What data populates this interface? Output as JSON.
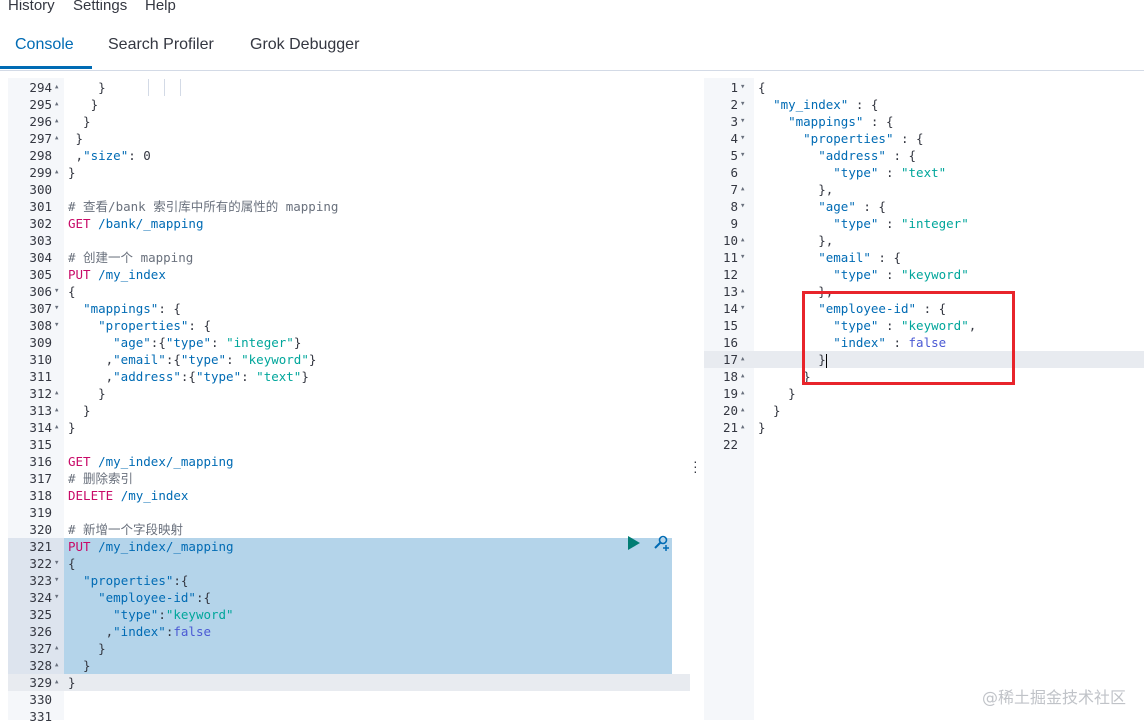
{
  "menu": {
    "history": "History",
    "settings": "Settings",
    "help": "Help"
  },
  "tabs": [
    {
      "label": "Console",
      "active": true
    },
    {
      "label": "Search Profiler"
    },
    {
      "label": "Grok Debugger"
    }
  ],
  "request_lines": [
    {
      "n": "294",
      "fold": "▴",
      "html": "<span class=\"guide\" style=\"left:80px\"></span><span class=\"guide\" style=\"left:96px\"></span><span class=\"guide\" style=\"left:112px\"></span>    }"
    },
    {
      "n": "295",
      "fold": "▴",
      "html": "   }"
    },
    {
      "n": "296",
      "fold": "▴",
      "html": "  }"
    },
    {
      "n": "297",
      "fold": "▴",
      "html": " }"
    },
    {
      "n": "298",
      "fold": "",
      "html": " ,<span class=\"p\">\"size\"</span>: <span class=\"num\">0</span>"
    },
    {
      "n": "299",
      "fold": "▴",
      "html": "}"
    },
    {
      "n": "300",
      "fold": "",
      "html": ""
    },
    {
      "n": "301",
      "fold": "",
      "html": "<span class=\"c\"># 查看/bank 索引库中所有的属性的 mapping</span>"
    },
    {
      "n": "302",
      "fold": "",
      "html": "<span class=\"k\">GET</span> <span class=\"p\">/bank/_mapping</span>"
    },
    {
      "n": "303",
      "fold": "",
      "html": ""
    },
    {
      "n": "304",
      "fold": "",
      "html": "<span class=\"c\"># 创建一个 mapping</span>"
    },
    {
      "n": "305",
      "fold": "",
      "html": "<span class=\"k\">PUT</span> <span class=\"p\">/my_index</span>"
    },
    {
      "n": "306",
      "fold": "▾",
      "html": "{"
    },
    {
      "n": "307",
      "fold": "▾",
      "html": "  <span class=\"p\">\"mappings\"</span>: {"
    },
    {
      "n": "308",
      "fold": "▾",
      "html": "    <span class=\"p\">\"properties\"</span>: {"
    },
    {
      "n": "309",
      "fold": "",
      "html": "      <span class=\"p\">\"age\"</span>:{<span class=\"p\">\"type\"</span>: <span class=\"s\">\"integer\"</span>}"
    },
    {
      "n": "310",
      "fold": "",
      "html": "     ,<span class=\"p\">\"email\"</span>:{<span class=\"p\">\"type\"</span>: <span class=\"s\">\"keyword\"</span>}"
    },
    {
      "n": "311",
      "fold": "",
      "html": "     ,<span class=\"p\">\"address\"</span>:{<span class=\"p\">\"type\"</span>: <span class=\"s\">\"text\"</span>}"
    },
    {
      "n": "312",
      "fold": "▴",
      "html": "    }"
    },
    {
      "n": "313",
      "fold": "▴",
      "html": "  }"
    },
    {
      "n": "314",
      "fold": "▴",
      "html": "}"
    },
    {
      "n": "315",
      "fold": "",
      "html": ""
    },
    {
      "n": "316",
      "fold": "",
      "html": "<span class=\"k\">GET</span> <span class=\"p\">/my_index/_mapping</span>"
    },
    {
      "n": "317",
      "fold": "",
      "html": "<span class=\"c\"># 删除索引</span>"
    },
    {
      "n": "318",
      "fold": "",
      "html": "<span class=\"k\">DELETE</span> <span class=\"p\">/my_index</span>"
    },
    {
      "n": "319",
      "fold": "",
      "html": ""
    },
    {
      "n": "320",
      "fold": "",
      "html": "<span class=\"c\"># 新增一个字段映射</span>"
    },
    {
      "n": "321",
      "fold": "",
      "sel": true,
      "html": "<span class=\"k\">PUT</span> <span class=\"p\">/my_index/_mapping</span>"
    },
    {
      "n": "322",
      "fold": "▾",
      "sel": true,
      "html": "{"
    },
    {
      "n": "323",
      "fold": "▾",
      "sel": true,
      "html": "  <span class=\"p\">\"properties\"</span>:{"
    },
    {
      "n": "324",
      "fold": "▾",
      "sel": true,
      "html": "    <span class=\"p\">\"employee-id\"</span>:{"
    },
    {
      "n": "325",
      "fold": "",
      "sel": true,
      "html": "      <span class=\"p\">\"type\"</span>:<span class=\"s\">\"keyword\"</span>"
    },
    {
      "n": "326",
      "fold": "",
      "sel": true,
      "html": "     ,<span class=\"p\">\"index\"</span>:<span class=\"b\">false</span>"
    },
    {
      "n": "327",
      "fold": "▴",
      "sel": true,
      "html": "    }"
    },
    {
      "n": "328",
      "fold": "▴",
      "sel": true,
      "html": "  }"
    },
    {
      "n": "329",
      "fold": "▴",
      "active": true,
      "html": "}"
    },
    {
      "n": "330",
      "fold": "",
      "html": ""
    },
    {
      "n": "331",
      "fold": "",
      "html": ""
    }
  ],
  "response_lines": [
    {
      "n": "1",
      "fold": "▾",
      "html": "{"
    },
    {
      "n": "2",
      "fold": "▾",
      "html": "  <span class=\"p\">\"my_index\"</span> : {"
    },
    {
      "n": "3",
      "fold": "▾",
      "html": "    <span class=\"p\">\"mappings\"</span> : {"
    },
    {
      "n": "4",
      "fold": "▾",
      "html": "      <span class=\"p\">\"properties\"</span> : {"
    },
    {
      "n": "5",
      "fold": "▾",
      "html": "        <span class=\"p\">\"address\"</span> : {"
    },
    {
      "n": "6",
      "fold": "",
      "html": "          <span class=\"p\">\"type\"</span> : <span class=\"s\">\"text\"</span>"
    },
    {
      "n": "7",
      "fold": "▴",
      "html": "        },"
    },
    {
      "n": "8",
      "fold": "▾",
      "html": "        <span class=\"p\">\"age\"</span> : {"
    },
    {
      "n": "9",
      "fold": "",
      "html": "          <span class=\"p\">\"type\"</span> : <span class=\"s\">\"integer\"</span>"
    },
    {
      "n": "10",
      "fold": "▴",
      "html": "        },"
    },
    {
      "n": "11",
      "fold": "▾",
      "html": "        <span class=\"p\">\"email\"</span> : {"
    },
    {
      "n": "12",
      "fold": "",
      "html": "          <span class=\"p\">\"type\"</span> : <span class=\"s\">\"keyword\"</span>"
    },
    {
      "n": "13",
      "fold": "▴",
      "html": "        },"
    },
    {
      "n": "14",
      "fold": "▾",
      "html": "        <span class=\"p\">\"employee-id\"</span> : {"
    },
    {
      "n": "15",
      "fold": "",
      "html": "          <span class=\"p\">\"type\"</span> : <span class=\"s\">\"keyword\"</span>,"
    },
    {
      "n": "16",
      "fold": "",
      "html": "          <span class=\"p\">\"index\"</span> : <span class=\"b\">false</span>"
    },
    {
      "n": "17",
      "fold": "▴",
      "active": true,
      "html": "        }<span class=\"cursor\"></span>"
    },
    {
      "n": "18",
      "fold": "▴",
      "html": "      }"
    },
    {
      "n": "19",
      "fold": "▴",
      "html": "    }"
    },
    {
      "n": "20",
      "fold": "▴",
      "html": "  }"
    },
    {
      "n": "21",
      "fold": "▴",
      "html": "}"
    },
    {
      "n": "22",
      "fold": "",
      "html": ""
    }
  ],
  "watermark": "@稀土掘金技术社区",
  "icons": {
    "run": "play-icon",
    "settings": "wrench-icon",
    "divider": "vertical-ellipsis-icon"
  },
  "colors": {
    "accent": "#006bb4",
    "method": "#c80a68",
    "string": "#00a69b",
    "selection": "#b4d4ea",
    "highlight_box": "#e8242b"
  }
}
